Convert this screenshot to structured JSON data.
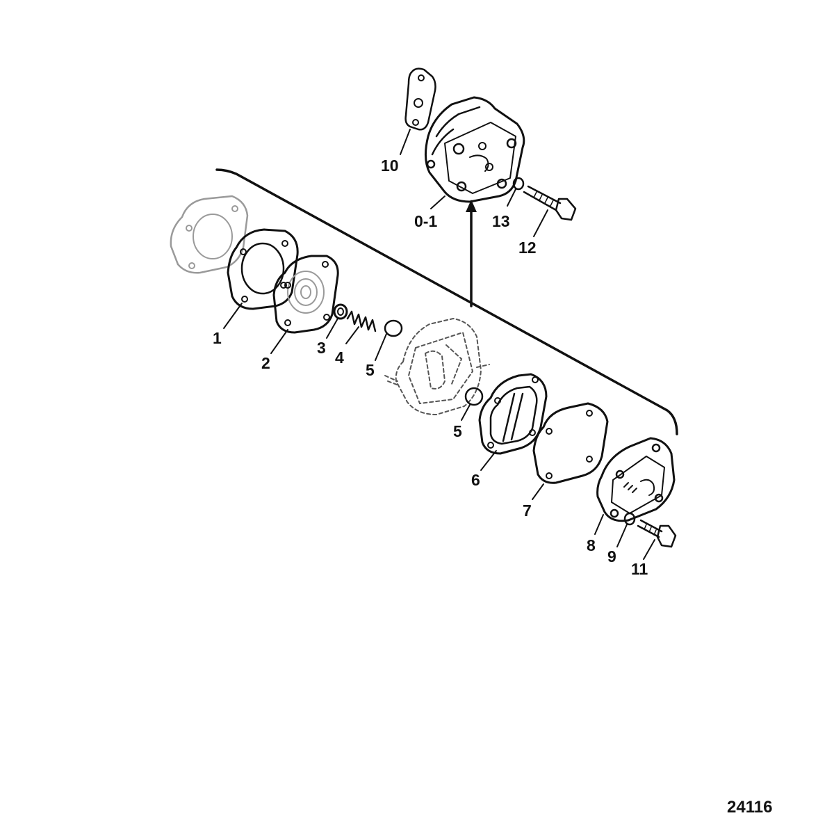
{
  "figure": {
    "number": "24116"
  },
  "callouts": [
    {
      "id": "1",
      "text": "1"
    },
    {
      "id": "2",
      "text": "2"
    },
    {
      "id": "3",
      "text": "3"
    },
    {
      "id": "4",
      "text": "4"
    },
    {
      "id": "5a",
      "text": "5"
    },
    {
      "id": "5b",
      "text": "5"
    },
    {
      "id": "6",
      "text": "6"
    },
    {
      "id": "7",
      "text": "7"
    },
    {
      "id": "8",
      "text": "8"
    },
    {
      "id": "9",
      "text": "9"
    },
    {
      "id": "10",
      "text": "10"
    },
    {
      "id": "11",
      "text": "11"
    },
    {
      "id": "12",
      "text": "12"
    },
    {
      "id": "13",
      "text": "13"
    },
    {
      "id": "0-1",
      "text": "0-1"
    }
  ]
}
